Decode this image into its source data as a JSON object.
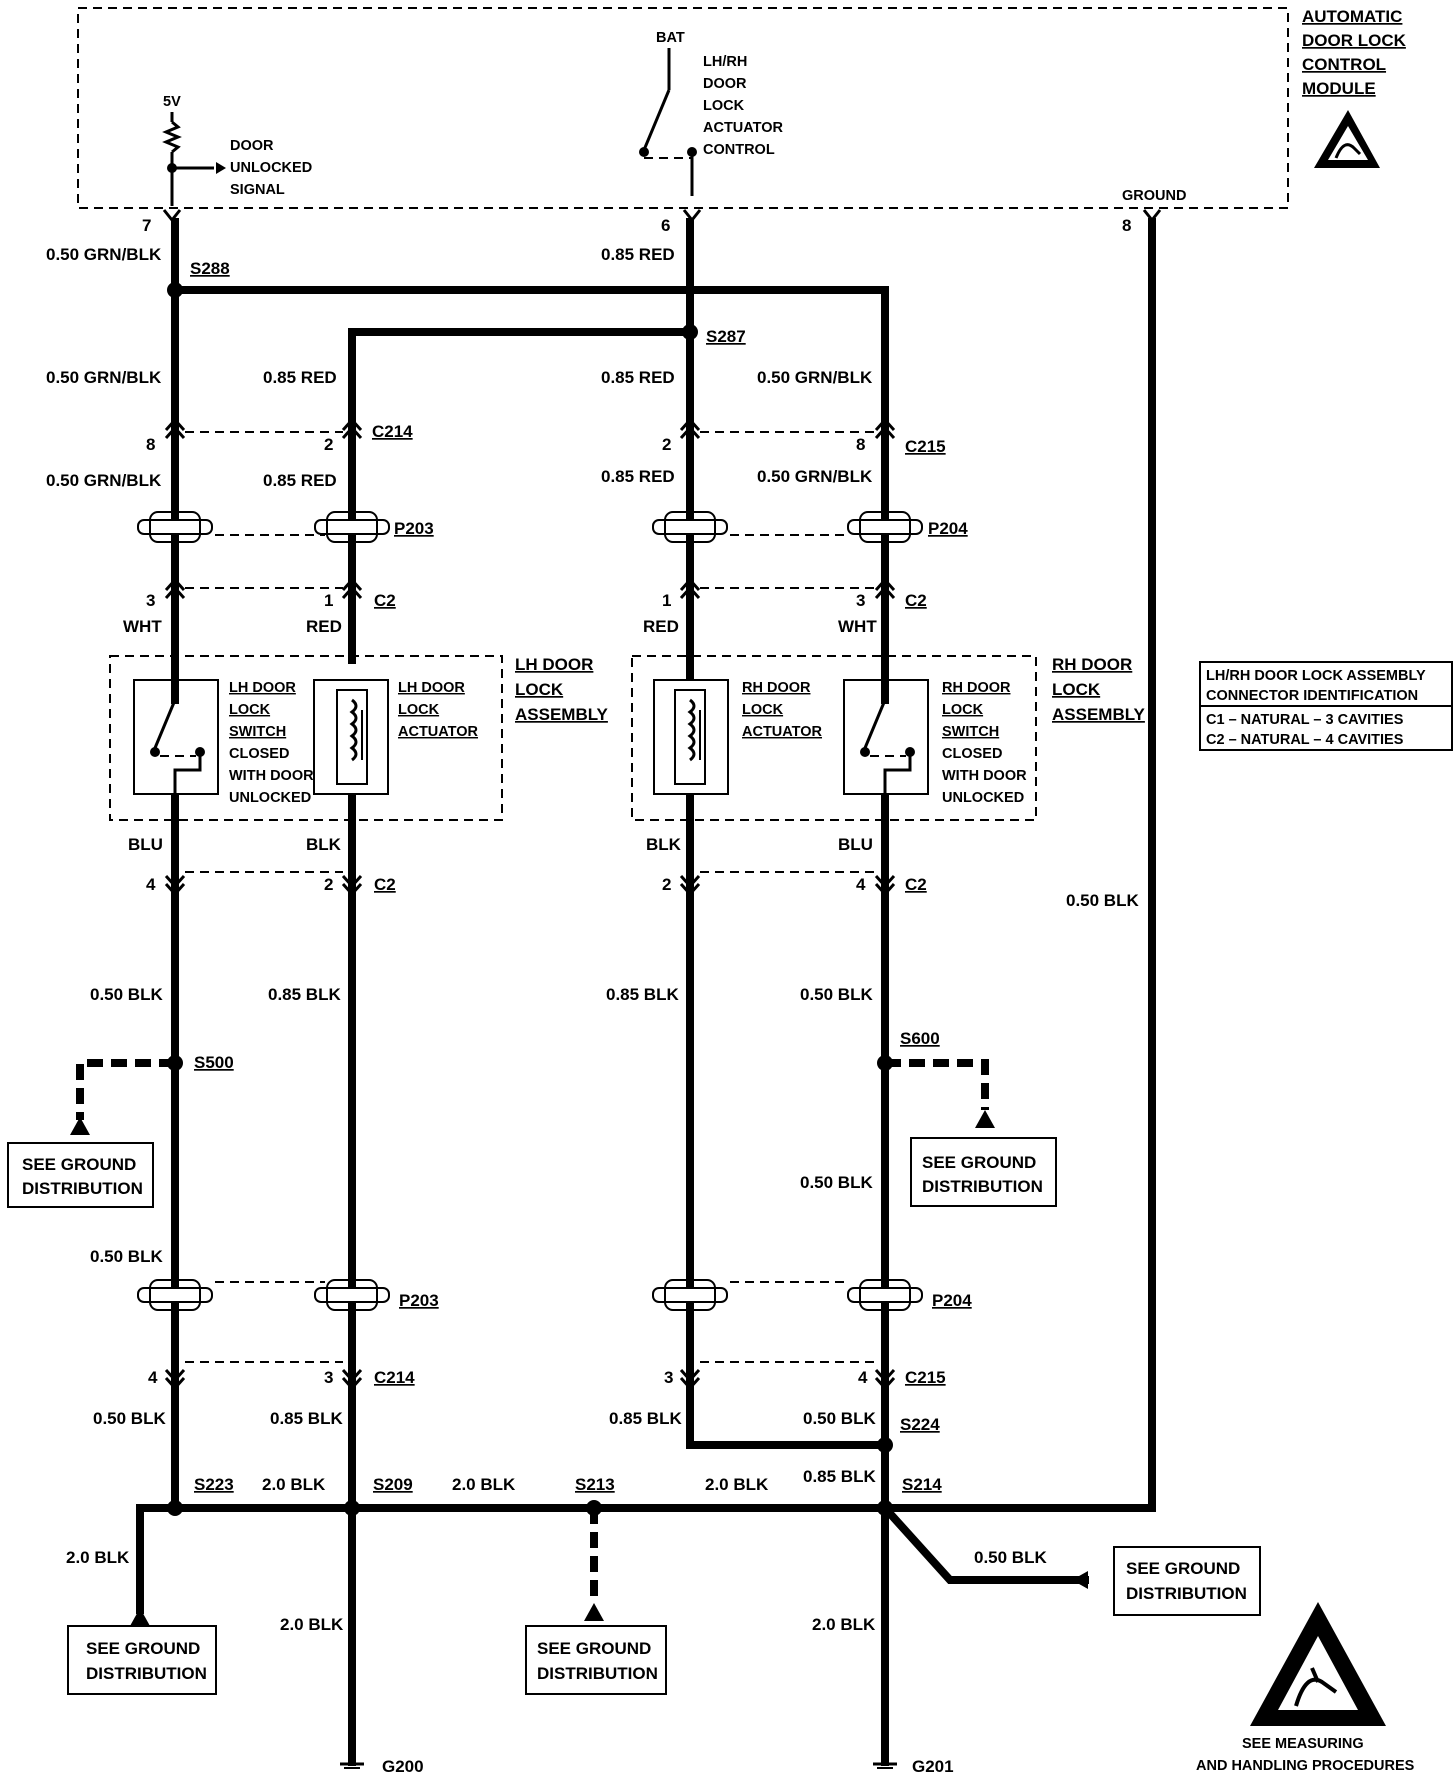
{
  "module": {
    "title_lines": [
      "AUTOMATIC",
      "DOOR LOCK",
      "CONTROL",
      "MODULE"
    ],
    "supply_5v": "5V",
    "door_unlocked_signal": [
      "DOOR",
      "UNLOCKED",
      "SIGNAL"
    ],
    "bat": "BAT",
    "actuator_control": [
      "LH/RH",
      "DOOR",
      "LOCK",
      "ACTUATOR",
      "CONTROL"
    ],
    "ground_label": "GROUND",
    "pins": {
      "signal": "7",
      "control": "6",
      "ground": "8"
    }
  },
  "wires": {
    "grn_blk_050": "0.50 GRN/BLK",
    "red_085": "0.85 RED",
    "blk_050": "0.50 BLK",
    "blk_085": "0.85 BLK",
    "blk_20": "2.0 BLK",
    "wht": "WHT",
    "red": "RED",
    "blu": "BLU",
    "blk": "BLK"
  },
  "splices": {
    "s288": "S288",
    "s287": "S287",
    "s500": "S500",
    "s600": "S600",
    "s223": "S223",
    "s209": "S209",
    "s213": "S213",
    "s214": "S214",
    "s224": "S224"
  },
  "connectors": {
    "c214": "C214",
    "c215": "C215",
    "c2": "C2",
    "p203": "P203",
    "p204": "P204"
  },
  "pins": {
    "p1": "1",
    "p2": "2",
    "p3": "3",
    "p4": "4",
    "p8": "8"
  },
  "grounds": {
    "g200": "G200",
    "g201": "G201"
  },
  "lh_assembly": {
    "title": [
      "LH DOOR",
      "LOCK",
      "ASSEMBLY"
    ],
    "switch": [
      "LH DOOR",
      "LOCK",
      "SWITCH",
      "CLOSED",
      "WITH DOOR",
      "UNLOCKED"
    ],
    "actuator": [
      "LH DOOR",
      "LOCK",
      "ACTUATOR"
    ]
  },
  "rh_assembly": {
    "title": [
      "RH DOOR",
      "LOCK",
      "ASSEMBLY"
    ],
    "switch": [
      "RH DOOR",
      "LOCK",
      "SWITCH",
      "CLOSED",
      "WITH DOOR",
      "UNLOCKED"
    ],
    "actuator": [
      "RH DOOR",
      "LOCK",
      "ACTUATOR"
    ]
  },
  "connector_id": {
    "title": [
      "LH/RH DOOR LOCK ASSEMBLY",
      "CONNECTOR IDENTIFICATION"
    ],
    "rows": [
      "C1 – NATURAL – 3 CAVITIES",
      "C2 – NATURAL – 4 CAVITIES"
    ]
  },
  "see_ground": [
    "SEE GROUND",
    "DISTRIBUTION"
  ],
  "esd_note": [
    "SEE  MEASURING",
    "AND HANDLING PROCEDURES"
  ]
}
